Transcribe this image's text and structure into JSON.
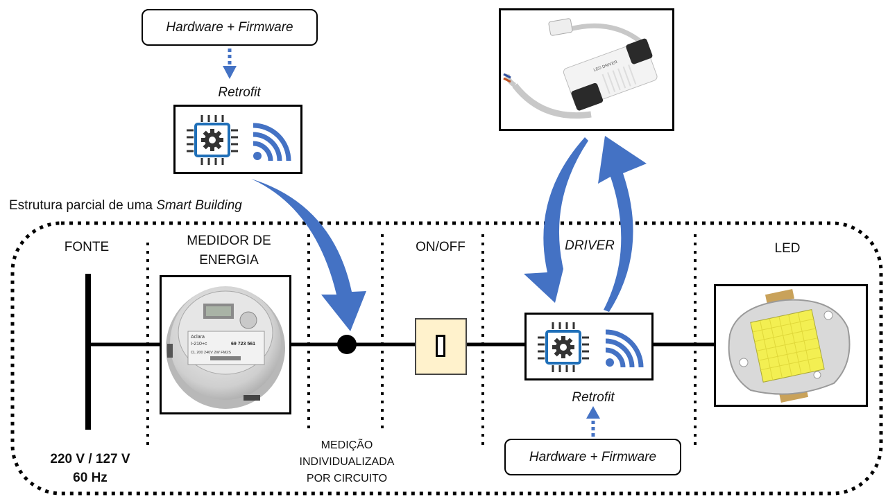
{
  "top_left": {
    "hw_fw_label": "Hardware + Firmware",
    "retrofit_label": "Retrofit"
  },
  "structure_caption": {
    "prefix": "Estrutura parcial de uma ",
    "emphasis": "Smart Building"
  },
  "sections": {
    "fonte": "FONTE",
    "medidor_line1": "MEDIDOR DE",
    "medidor_line2": "ENERGIA",
    "onoff": "ON/OFF",
    "driver": "DRIVER",
    "led": "LED"
  },
  "fonte_specs": {
    "voltage": "220 V / 127 V",
    "frequency": "60 Hz"
  },
  "medicao": {
    "line1": "MEDIÇÃO",
    "line2": "INDIVIDUALIZADA",
    "line3": "POR CIRCUITO"
  },
  "meter_photo": {
    "brand": "Aclara",
    "model": "I-210+c",
    "serial": "69 723 561",
    "specs": "CL 200   240V   2W   FM2S"
  },
  "driver_photo": {
    "label": "LED DRIVER"
  },
  "bottom_right": {
    "retrofit_label": "Retrofit",
    "hw_fw_label": "Hardware + Firmware"
  },
  "colors": {
    "accent_blue": "#4472c4",
    "chip_blue": "#1f6fb8",
    "switch_fill": "#fff2cc",
    "led_yellow": "#f3ef52"
  }
}
